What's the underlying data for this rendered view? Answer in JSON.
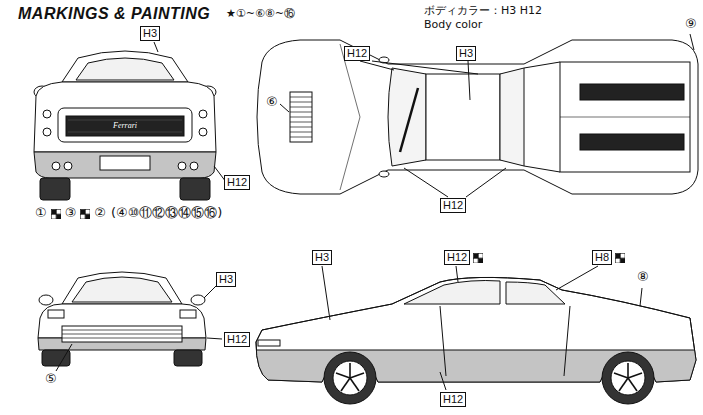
{
  "diagram": {
    "title": "MARKINGS & PAINTING",
    "labels": [
      "H3",
      "H12",
      "Ferrari",
      "①",
      "③",
      "②",
      "(④⑩⑪⑫⑬⑭⑮⑯)",
      "ボディカラー：H3 H12",
      "Body color",
      "H12",
      "H3",
      "⑨",
      "⑥",
      "H12",
      "H3",
      "H12",
      "⑤",
      "H3",
      "H12",
      "H8",
      "⑧",
      "H12",
      "★①~⑥⑧~⑯"
    ]
  }
}
